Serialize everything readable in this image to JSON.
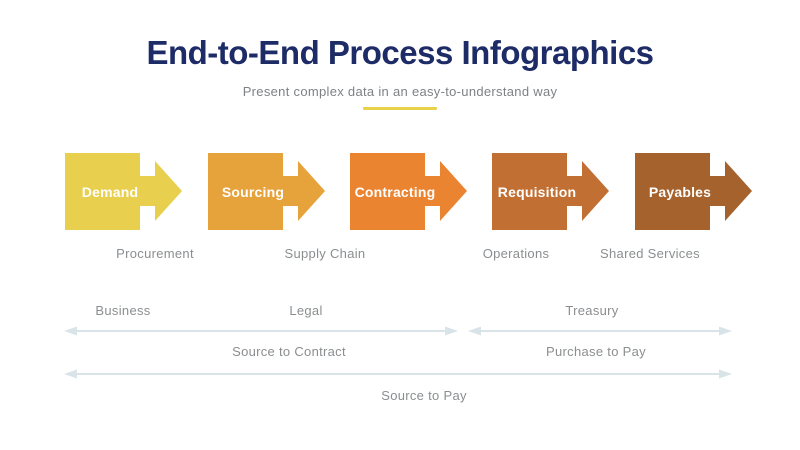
{
  "page": {
    "background_color": "#ffffff"
  },
  "header": {
    "title": "End-to-End Process Infographics",
    "subtitle": "Present complex data in an easy-to-understand way",
    "title_color": "#1d2b67",
    "subtitle_color": "#7e8285",
    "underline_color": "#e9d24b"
  },
  "process": {
    "label_color": "#ffffff",
    "steps": [
      {
        "label": "Demand",
        "color": "#e9cf4e"
      },
      {
        "label": "Sourcing",
        "color": "#e6a33c"
      },
      {
        "label": "Contracting",
        "color": "#ea8431"
      },
      {
        "label": "Requisition",
        "color": "#c16f33"
      },
      {
        "label": "Payables",
        "color": "#a5622d"
      }
    ]
  },
  "function_row": {
    "text_color": "#8b8e90",
    "labels": [
      "Procurement",
      "Supply Chain",
      "Operations",
      "Shared Services"
    ]
  },
  "department_row": {
    "text_color": "#8b8e90",
    "labels": [
      "Business",
      "Legal",
      "Treasury"
    ]
  },
  "spans": {
    "arrow_color": "#d9e4e8",
    "text_color": "#8b8e90",
    "source_to_contract": "Source to Contract",
    "purchase_to_pay": "Purchase to Pay",
    "source_to_pay": "Source to Pay"
  }
}
